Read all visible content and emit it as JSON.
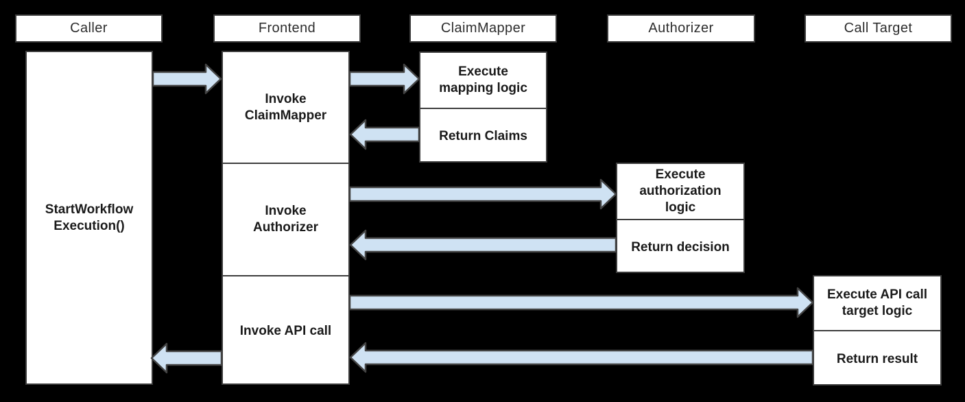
{
  "colors": {
    "background": "#000000",
    "box_fill": "#ffffff",
    "box_border": "#3d3d3d",
    "arrow_fill": "#cfe2f3",
    "arrow_outline": "#434343",
    "header_text": "#2d2d2d",
    "body_text": "#1a1a1a"
  },
  "lifelines": [
    {
      "label": "Caller"
    },
    {
      "label": "Frontend"
    },
    {
      "label": "ClaimMapper"
    },
    {
      "label": "Authorizer"
    },
    {
      "label": "Call Target"
    }
  ],
  "activations": {
    "caller": {
      "label": "StartWorkflowExecution()",
      "lines": [
        "StartWorkflow",
        "Execution()"
      ]
    },
    "frontend": {
      "sections": [
        {
          "label": "Invoke ClaimMapper",
          "lines": [
            "Invoke",
            "ClaimMapper"
          ]
        },
        {
          "label": "Invoke Authorizer",
          "lines": [
            "Invoke",
            "Authorizer"
          ]
        },
        {
          "label": "Invoke API call",
          "lines": [
            "Invoke API call"
          ]
        }
      ]
    },
    "claimmapper": {
      "sections": [
        {
          "label": "Execute mapping logic",
          "lines": [
            "Execute",
            "mapping logic"
          ]
        },
        {
          "label": "Return Claims",
          "lines": [
            "Return Claims"
          ]
        }
      ]
    },
    "authorizer": {
      "sections": [
        {
          "label": "Execute authorization logic",
          "lines": [
            "Execute",
            "authorization",
            "logic"
          ]
        },
        {
          "label": "Return decision",
          "lines": [
            "Return decision"
          ]
        }
      ]
    },
    "call_target": {
      "sections": [
        {
          "label": "Execute API call target logic",
          "lines": [
            "Execute API call",
            "target logic"
          ]
        },
        {
          "label": "Return result",
          "lines": [
            "Return result"
          ]
        }
      ]
    }
  },
  "arrows": [
    {
      "name": "caller-to-frontend",
      "direction": "right"
    },
    {
      "name": "frontend-to-claimmapper",
      "direction": "right"
    },
    {
      "name": "claimmapper-to-frontend",
      "direction": "left"
    },
    {
      "name": "frontend-to-authorizer",
      "direction": "right"
    },
    {
      "name": "authorizer-to-frontend",
      "direction": "left"
    },
    {
      "name": "frontend-to-call-target",
      "direction": "right"
    },
    {
      "name": "call-target-to-frontend",
      "direction": "left"
    },
    {
      "name": "frontend-to-caller",
      "direction": "left"
    }
  ]
}
